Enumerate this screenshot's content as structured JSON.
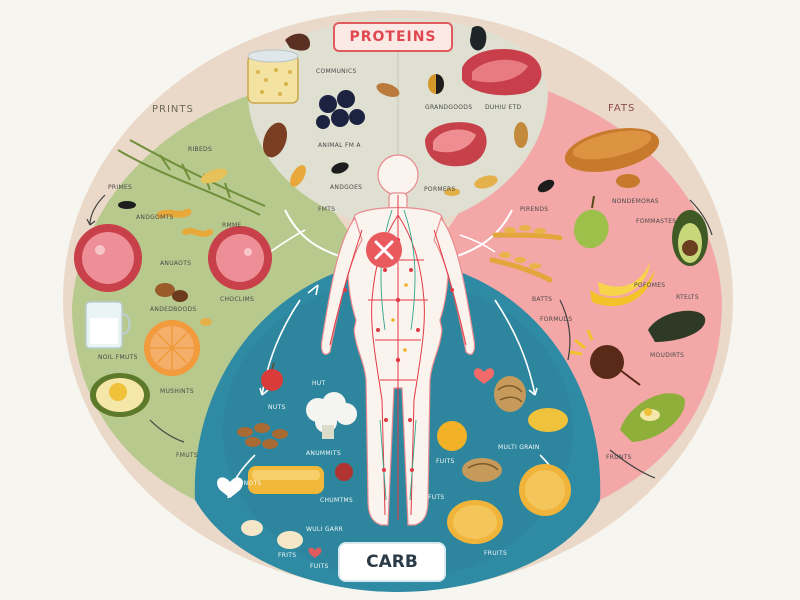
{
  "titles": {
    "proteins": "PROTEINS",
    "fats": "FATS",
    "prints": "PRINTS",
    "carb": "CARB"
  },
  "labels": {
    "top": [
      "COMMUNICS",
      "GRANDGOODS",
      "DUHIU ETD",
      "ANIMAL FM A",
      "ANDGOES",
      "PORMERS",
      "FMTS"
    ],
    "left": [
      "RIBEDS",
      "PRIMES",
      "ANDGOMTS",
      "RMME",
      "ANUAOTS",
      "CHOCLIMS",
      "ANDEDBOODS",
      "NOIL FMUTS",
      "MUSHINTS",
      "FMUTS"
    ],
    "right": [
      "PIRENDS",
      "NONDEMORAS",
      "FOMMASTES",
      "POFOMES",
      "BATTS",
      "FORMUDS",
      "RTELTS",
      "MOUDIRTS",
      "FRUNTS"
    ],
    "bottom": [
      "HUT",
      "NUTS",
      "ANUMMITS",
      "MULTI GRAIN",
      "FUITS",
      "FUTS",
      "GUNOTS",
      "CHUMTMS",
      "WULI GARR",
      "FRITS",
      "FRUITS",
      "FUITS"
    ]
  }
}
